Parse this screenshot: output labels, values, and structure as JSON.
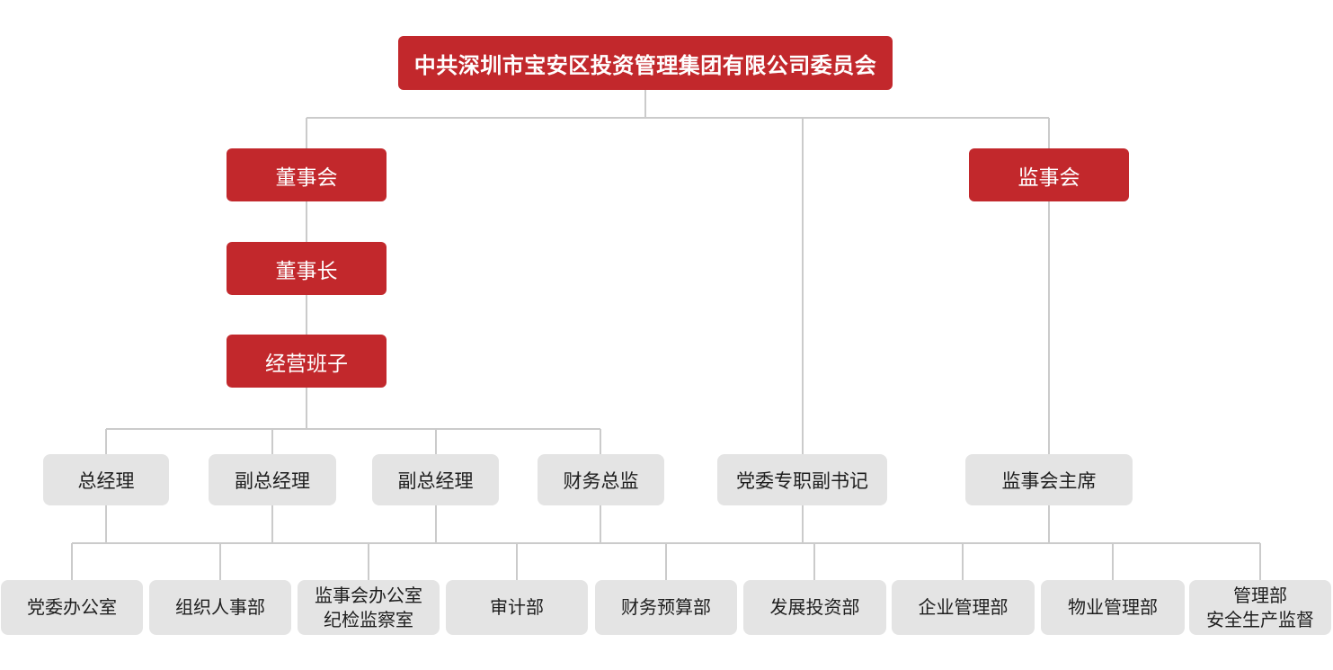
{
  "colors": {
    "accent_red": "#C2282C",
    "box_gray": "#E4E4E4",
    "line_gray": "#CBCBCB",
    "text_dark": "#1E1E1E",
    "text_white": "#FFFFFF"
  },
  "org": {
    "root": {
      "label": "中共深圳市宝安区投资管理集团有限公司委员会"
    },
    "governance": {
      "board": "董事会",
      "chairman": "董事长",
      "management_team": "经营班子",
      "supervisory_board": "监事会"
    },
    "executives": {
      "general_manager": "总经理",
      "deputy_gm_1": "副总经理",
      "deputy_gm_2": "副总经理",
      "finance_director": "财务总监",
      "party_deputy_secretary": "党委专职副书记",
      "supervisory_chairman": "监事会主席"
    },
    "departments": {
      "party_office": "党委办公室",
      "hr": "组织人事部",
      "supervisory_office": "监事会办公室\n纪检监察室",
      "audit": "审计部",
      "finance_budget": "财务预算部",
      "development_investment": "发展投资部",
      "enterprise_management": "企业管理部",
      "property_management": "物业管理部",
      "management_safety": "管理部\n安全生产监督"
    }
  }
}
